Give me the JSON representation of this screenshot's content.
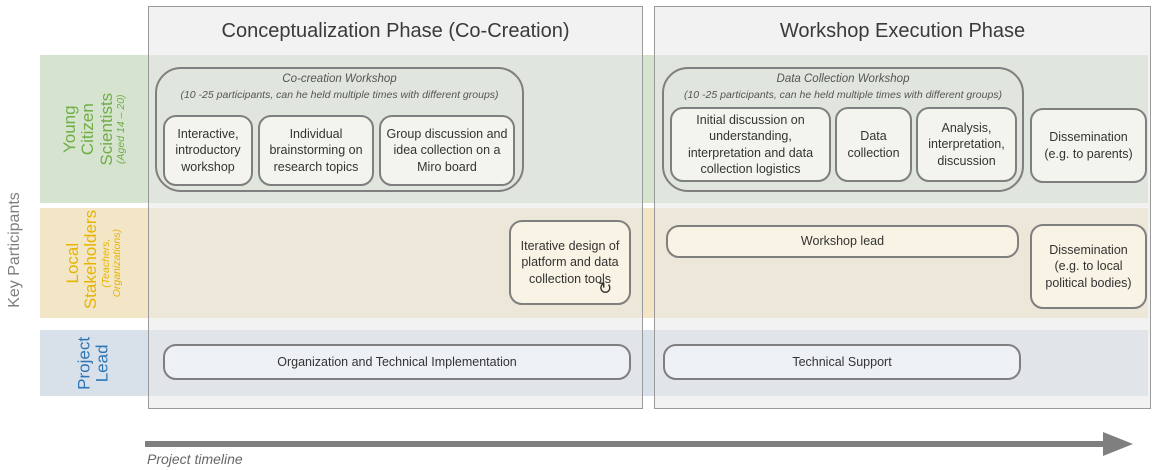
{
  "y_axis_label": "Key Participants",
  "timeline_label": "Project timeline",
  "phases": [
    {
      "title": "Conceptualization Phase (Co-Creation)"
    },
    {
      "title": "Workshop Execution Phase"
    }
  ],
  "rows": {
    "young": {
      "label": "Young Citizen Scientists",
      "sub": "(Aged 14 – 20)",
      "color": "#70ad47"
    },
    "local": {
      "label": "Local Stakeholders",
      "sub": "(Teachers, Organizations)",
      "color": "#e6b400"
    },
    "lead": {
      "label": "Project Lead",
      "sub": "",
      "color": "#2e75b6"
    }
  },
  "cocreation": {
    "title": "Co-creation Workshop",
    "subtitle": "(10 -25 participants, can he held multiple times with different groups)",
    "steps": [
      "Interactive, introductory workshop",
      "Individual brainstorming on research topics",
      "Group discussion and idea collection on a Miro board"
    ]
  },
  "datacollection": {
    "title": "Data Collection Workshop",
    "subtitle": "(10 -25 participants, can he held multiple times with different groups)",
    "steps": [
      "Initial discussion on understanding, interpretation and data collection logistics",
      "Data collection",
      "Analysis, interpretation, discussion"
    ]
  },
  "boxes": {
    "dissemination_parents": "Dissemination (e.g. to parents)",
    "iterative_design": "Iterative design of platform and data collection tools",
    "workshop_lead": "Workshop lead",
    "dissemination_political": "Dissemination (e.g. to local political bodies)",
    "org_tech": "Organization and Technical Implementation",
    "tech_support": "Technical Support"
  },
  "colors": {
    "band_green": "#d6e4cf",
    "band_yellow": "#f2e4c2",
    "band_blue": "#d5dee8",
    "phase_bg": "#e9e9e9",
    "arrow": "#7f7f7f"
  }
}
